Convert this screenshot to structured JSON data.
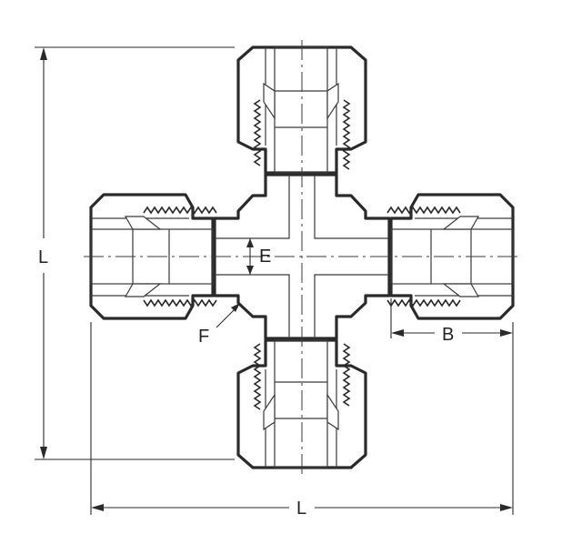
{
  "diagram": {
    "dimension_labels": {
      "overall_length_vertical": "L",
      "overall_length_horizontal": "L",
      "bore": "E",
      "flat": "F",
      "nut_length": "B"
    }
  }
}
